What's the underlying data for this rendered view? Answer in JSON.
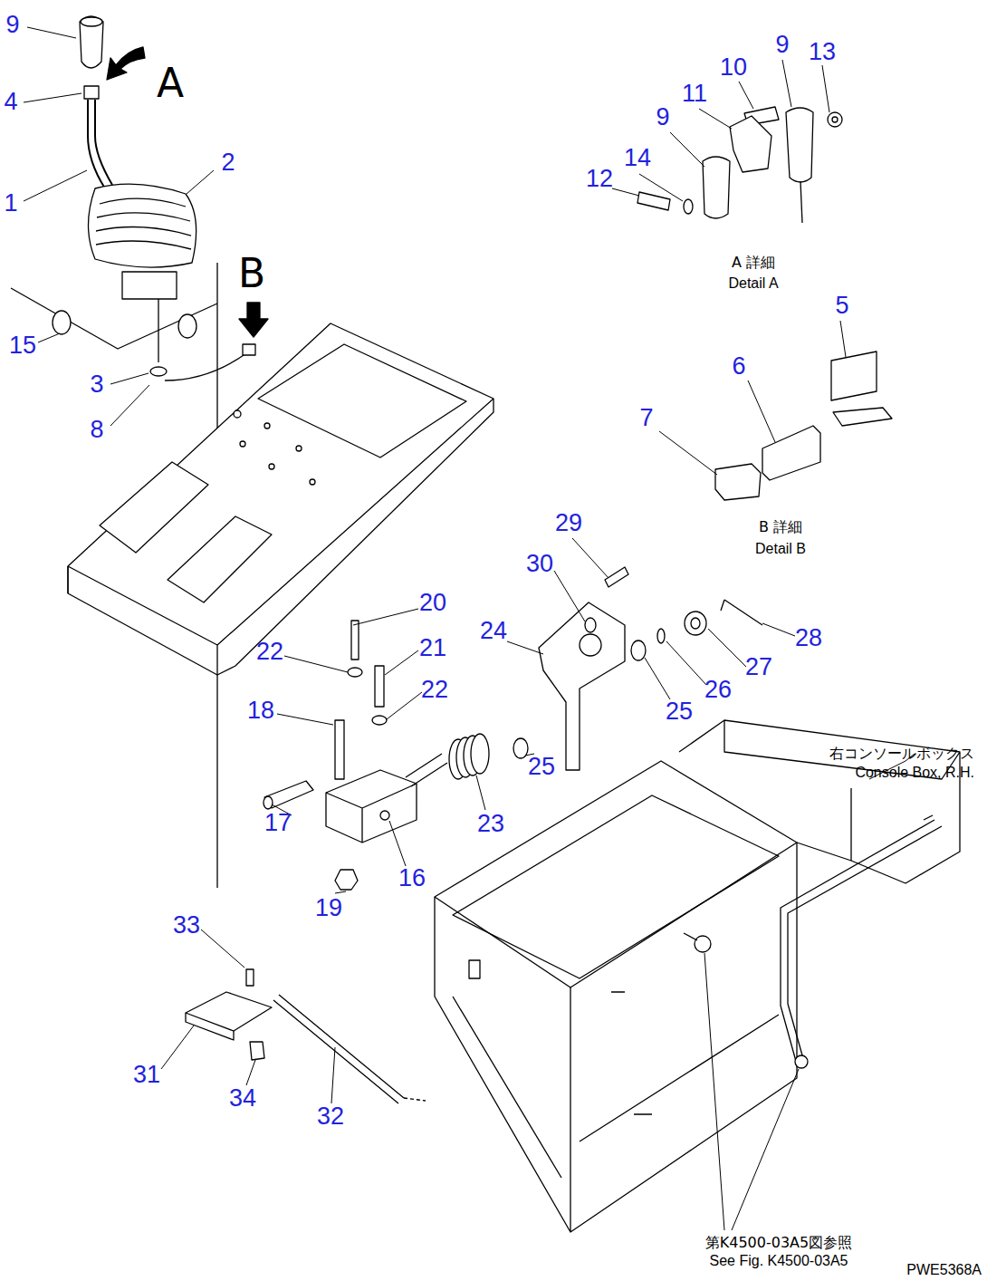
{
  "diagram": {
    "labels": [
      "9",
      "A",
      "9",
      "13",
      "10",
      "4",
      "11",
      "9",
      "2",
      "14",
      "12",
      "1",
      "A 詳細",
      "Detail A",
      "B",
      "5",
      "15",
      "6",
      "3",
      "7",
      "8",
      "29",
      "B 詳細",
      "Detail B",
      "30",
      "20",
      "24",
      "28",
      "21",
      "22",
      "27",
      "26",
      "22",
      "18",
      "25",
      "右コンソールボックス",
      "Console Box, R.H.",
      "25",
      "17",
      "23",
      "16",
      "19",
      "33",
      "31",
      "34",
      "32",
      "第K4500-03A5図参照",
      "See Fig. K4500-03A5",
      "PWE5368A"
    ]
  }
}
